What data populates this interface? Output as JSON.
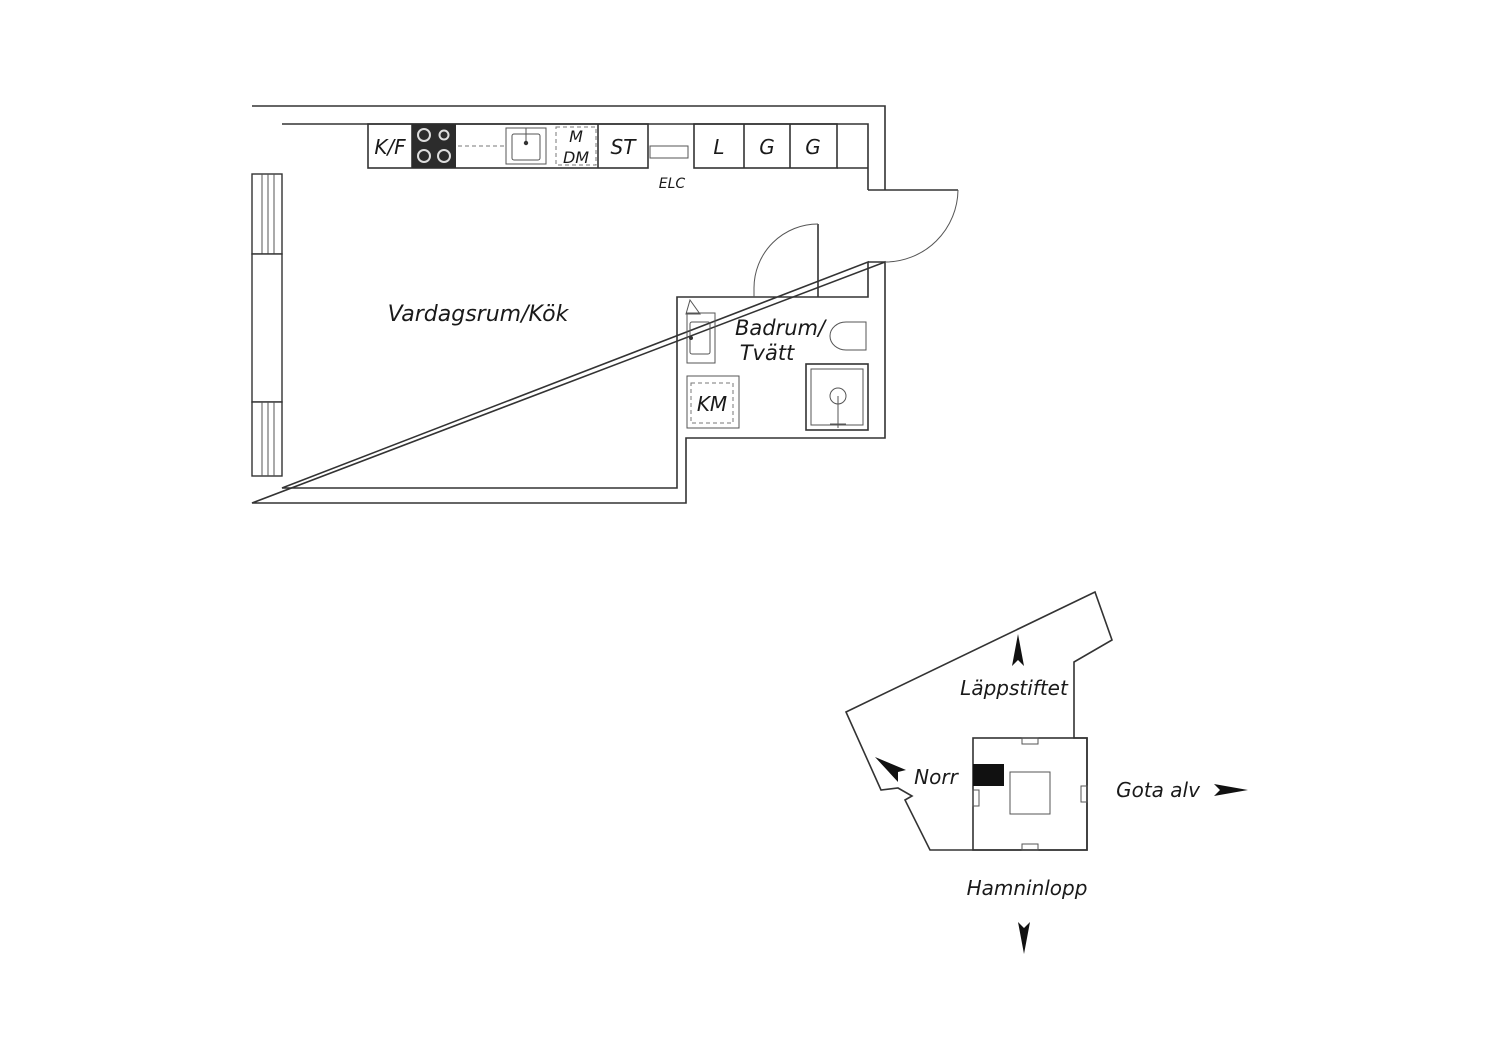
{
  "rooms": {
    "living": "Vardagsrum/Kök",
    "bath_line1": "Badrum/",
    "bath_line2": "Tvätt"
  },
  "fixtures": {
    "fridge_freezer": "K/F",
    "microwave": "M",
    "dishwasher": "DM",
    "storage": "ST",
    "electric_cabinet": "ELC",
    "closet_l": "L",
    "closet_g1": "G",
    "closet_g2": "G",
    "washing_machine": "KM"
  },
  "site_map": {
    "street_north": "Läppstiftet",
    "north": "Norr",
    "river": "Gota alv",
    "harbor": "Hamninlopp"
  }
}
